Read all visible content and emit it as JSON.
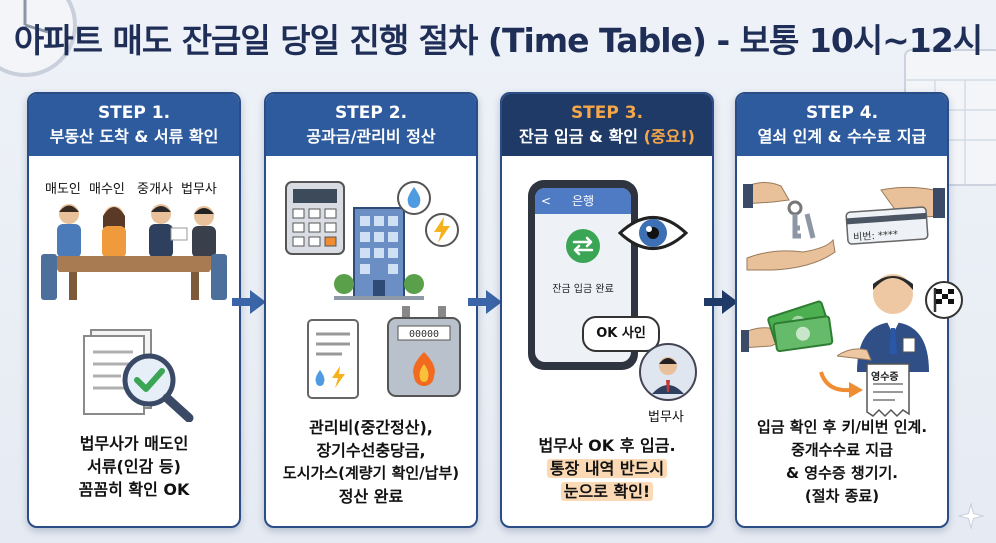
{
  "title": "아파트 매도 잔금일 당일 진행 절차 (Time Table) - 보통 10시~12시",
  "colors": {
    "header_blue": "#2d5b9e",
    "header_dark": "#1f3a66",
    "accent_orange": "#f5a74a",
    "check_green": "#3aa655"
  },
  "steps": [
    {
      "step": "STEP 1.",
      "title": "부동산 도착 & 서류 확인",
      "people": [
        "매도인",
        "매수인",
        "중개사",
        "법무사"
      ],
      "desc": [
        "법무사가 매도인",
        "서류(인감 등)",
        "꼼꼼히 확인 OK"
      ],
      "icons": [
        "meeting-icon",
        "document-check-icon"
      ]
    },
    {
      "step": "STEP 2.",
      "title": "공과금/관리비 정산",
      "desc": [
        "관리비(중간정산),",
        "장기수선충당금,",
        "도시가스(계량기 확인/납부)",
        "정산 완료"
      ],
      "icons": [
        "calculator-icon",
        "building-icon",
        "water-drop-icon",
        "electricity-icon",
        "bill-icon",
        "gas-meter-icon"
      ]
    },
    {
      "step": "STEP 3.",
      "title_main": "잔금 입금 & 확인 ",
      "title_highlight": "(중요!)",
      "phone_header": "은행",
      "phone_status": "잔금 입금 완료",
      "bubble": "OK 사인",
      "person_label": "법무사",
      "desc_plain": "법무사 OK 후 입금.",
      "desc_marked": [
        "통장 내역 반드시",
        "눈으로 확인!"
      ],
      "icons": [
        "phone-icon",
        "transfer-icon",
        "eye-icon",
        "lawyer-icon"
      ]
    },
    {
      "step": "STEP 4.",
      "title": "열쇠 인계 & 수수료 지급",
      "card_text": "비번: ****",
      "receipt_text": "영수증",
      "desc": [
        "입금 확인 후 키/비번 인계.",
        "중개수수료 지급",
        "& 영수증 챙기기.",
        "(절차 종료)"
      ],
      "icons": [
        "key-handover-icon",
        "password-card-icon",
        "money-icon",
        "agent-icon",
        "receipt-icon",
        "finish-flag-icon"
      ]
    }
  ]
}
